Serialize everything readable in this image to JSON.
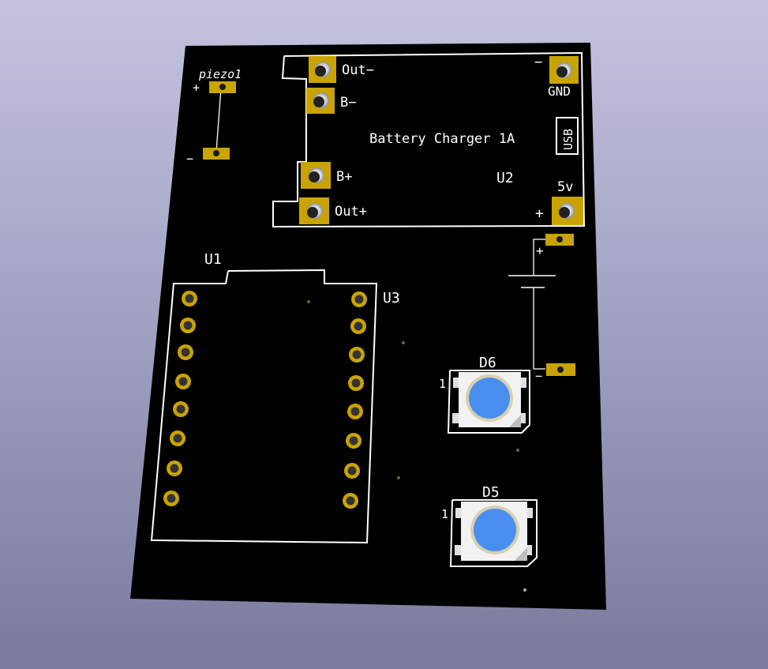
{
  "viewer": {
    "background_top": "#c4c4e0",
    "background_bottom": "#7a7a9c"
  },
  "board": {
    "color": "#000000",
    "silkscreen_color": "#ffffff",
    "copper_color": "#c9a400",
    "led_lens_color": "#4a8ff0",
    "led_body_color": "#f2f2f2"
  },
  "labels": {
    "piezo_ref": "piezo1",
    "piezo_plus": "+",
    "piezo_minus": "−",
    "charger_out_minus": "Out−",
    "charger_b_minus": "B−",
    "charger_b_plus": "B+",
    "charger_out_plus": "Out+",
    "charger_title": "Battery Charger 1A",
    "charger_ref": "U2",
    "charger_gnd_sign": "−",
    "charger_gnd": "GND",
    "charger_usb": "USB",
    "charger_5v": "5v",
    "charger_5v_sign": "+",
    "module_ref_u1": "U1",
    "module_ref_u3": "U3",
    "battery_plus": "+",
    "battery_minus": "−",
    "led_d6_ref": "D6",
    "led_d6_pin1": "1",
    "led_d5_ref": "D5",
    "led_d5_pin1": "1"
  }
}
